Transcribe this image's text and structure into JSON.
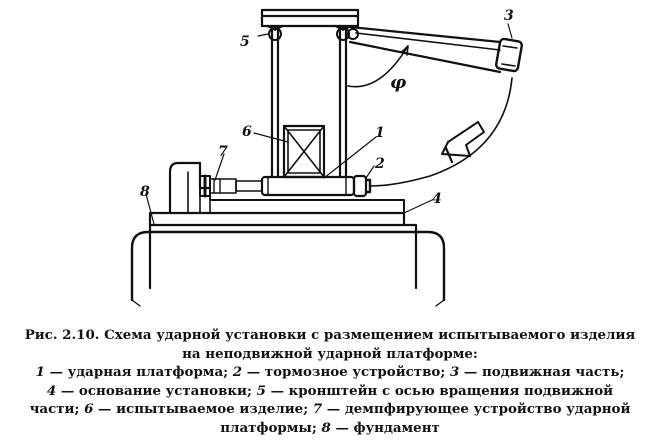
{
  "figure": {
    "labels": {
      "part1": "1",
      "part2": "2",
      "part3": "3",
      "part4": "4",
      "part5": "5",
      "part6": "6",
      "part7": "7",
      "part8": "8",
      "angle": "φ"
    },
    "caption": {
      "lead_line1": "Рис. 2.10. Схема ударной установки с размещением испытываемого изделия",
      "lead_line2": "на неподвижной ударной платформе:",
      "legend": [
        {
          "num": "1",
          "text": " — ударная платформа; "
        },
        {
          "num": "2",
          "text": " — тормозное устройство; "
        },
        {
          "num": "3",
          "text": " — подвижная часть;"
        },
        {
          "num": "4",
          "text": " — основание установки; "
        },
        {
          "num": "5",
          "text": " — кронштейн с осью вращения подвижной"
        },
        {
          "num": "",
          "text": "части; "
        },
        {
          "num": "6",
          "text": " — испытываемое изделие; "
        },
        {
          "num": "7",
          "text": " — демпфирующее устройство ударной"
        },
        {
          "num": "",
          "text": "платформы; "
        },
        {
          "num": "8",
          "text": " — фундамент"
        }
      ]
    }
  }
}
